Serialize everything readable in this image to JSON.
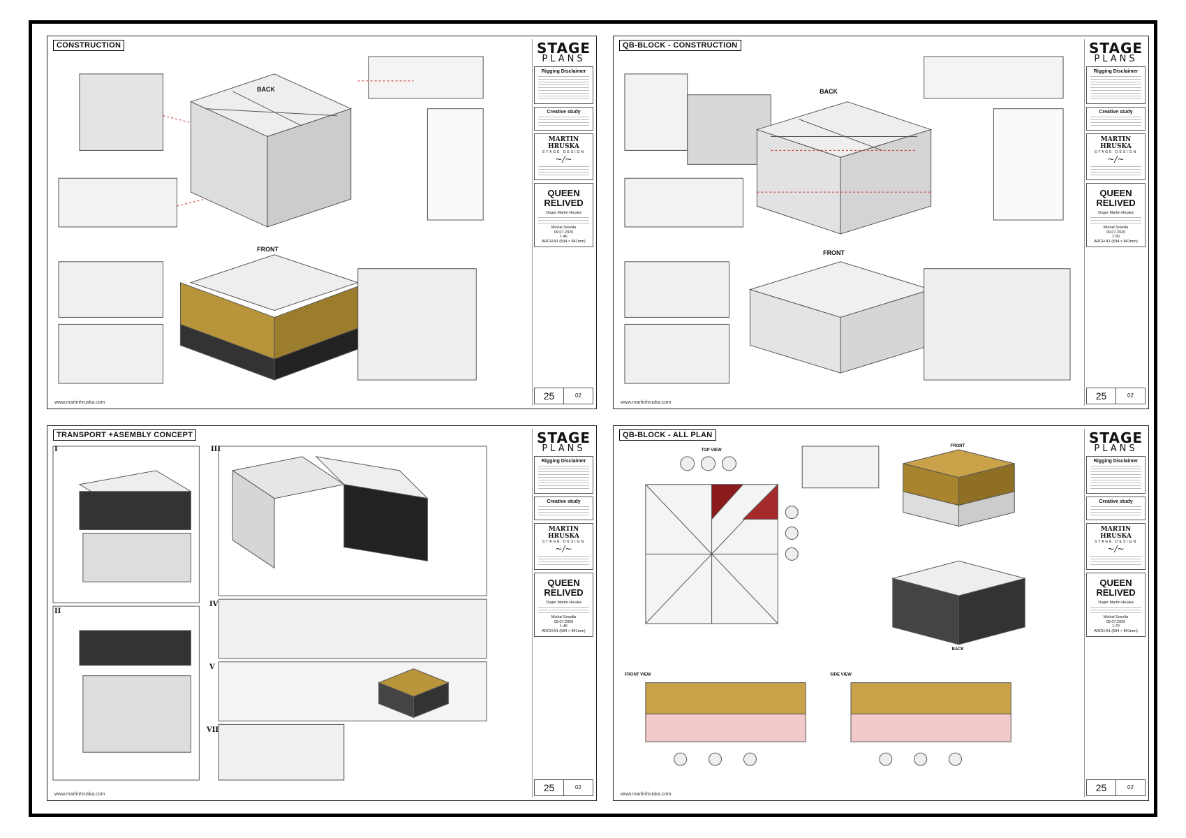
{
  "website": "www.martinhruska.com",
  "logo": {
    "line1": "STAGE",
    "line2": "PLANS"
  },
  "disclaimer_title": "Rigging Disclaimer",
  "creative_title": "Creative study",
  "brand": {
    "name": "MARTIN HRUSKA",
    "sub": "STAGE DESIGN"
  },
  "project": {
    "line1": "QUEEN",
    "line2": "RELIVED"
  },
  "designer": "Dsgnr Martin Hruska",
  "client_person": "Michal Sosolla",
  "date": "09.07.2020",
  "paper": "ARCH A1 (594 × 841mm)",
  "page": "25",
  "revision": "02",
  "sheets": [
    {
      "title": "CONSTRUCTION",
      "scale": "1:46",
      "labels": {
        "back": "BACK",
        "front": "FRONT"
      }
    },
    {
      "title": "QB-BLOCK - CONSTRUCTION",
      "scale": "1:90",
      "labels": {
        "back": "BACK",
        "front": "FRONT"
      }
    },
    {
      "title": "TRANSPORT +ASEMBLY CONCEPT",
      "scale": "1:46",
      "roman": [
        "I",
        "II",
        "III",
        "IV",
        "V",
        "VII"
      ]
    },
    {
      "title": "QB-BLOCK - ALL PLAN",
      "scale": "1:70",
      "labels": {
        "top_view": "TOP VIEW",
        "front_view": "FRONT VIEW",
        "side_view": "SIDE VIEW",
        "front": "FRONT",
        "back": "BACK"
      }
    }
  ]
}
